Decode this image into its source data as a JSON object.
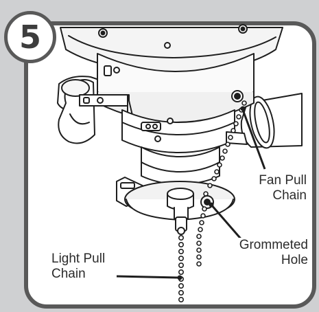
{
  "step": {
    "number": "5"
  },
  "callouts": {
    "fan_pull_chain": {
      "line1": "Fan Pull",
      "line2": "Chain"
    },
    "grommeted_hole": {
      "line1": "Grommeted",
      "line2": "Hole"
    },
    "light_pull_chain": {
      "line1": "Light Pull",
      "line2": "Chain"
    }
  },
  "colors": {
    "frame_border": "#595959",
    "panel_background": "#ffffff",
    "page_background": "#cfd0d2",
    "line_art": "#1e1e1e"
  }
}
